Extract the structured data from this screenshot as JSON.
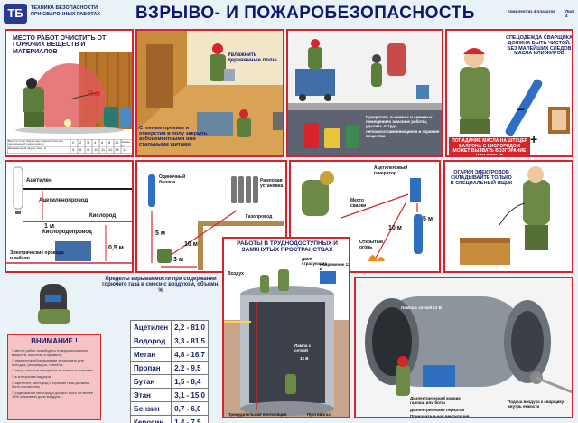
{
  "header": {
    "logo": "ТБ",
    "series_line1": "ТЕХНИКА БЕЗОПАСНОСТИ",
    "series_line2": "ПРИ СВАРОЧНЫХ РАБОТАХ",
    "title": "ВЗРЫВО- И ПОЖАРОБЕЗОПАСНОСТЬ",
    "kit": "Комплект из 4 плакатов",
    "sheet": "Лист 4"
  },
  "panel1": {
    "text": "МЕСТО РАБОТ ОЧИСТИТЬ ОТ ГОРЮЧИХ ВЕЩЕСТВ И МАТЕРИАЛОВ",
    "radius": "R,м",
    "row1_label": "Высота точки сварки над уровнем пола или прилегающей территории, м",
    "row1_values": [
      "0",
      "2",
      "3",
      "4",
      "6",
      "8",
      "10",
      "Свыше 10"
    ],
    "row2_label": "Минимальный радиус зоны, м",
    "row2_values": [
      "5",
      "8",
      "9",
      "10",
      "11",
      "12",
      "13",
      "14"
    ]
  },
  "panel2": {
    "text1": "Увлажнить деревянные полы",
    "text2": "Стенные проемы и отверстия в полу закрыть асбоцементными или стальными щитами"
  },
  "panel3": {
    "text": "Прекратить в нижних и смежных помещениях опасные работы, удалить оттуда легковоспламеняющиеся и горючие вещества"
  },
  "panel4": {
    "text": "СПЕЦОДЕЖДА СВАРЩИКА ДОЛЖНА БЫТЬ ЧИСТОЙ, БЕЗ МАЛЕЙШИХ СЛЕДОВ МАСЛА ИЛИ ЖИРОВ",
    "warning": "ПОПАДАНИЕ МАСЛА НА ШТУЦЕР БАЛЛОНА С КИСЛОРОДОМ МОЖЕТ ВЫЗВАТЬ ВОЗГОРАНИЕ ИЛИ ВЗРЫВ"
  },
  "panel5": {
    "acetylene": "Ацетилен",
    "acetylene_pipe": "Ацетиленопровод",
    "oxygen": "Кислород",
    "oxygen_pipe": "Кислородопровод",
    "dist1": "1 м",
    "dist2": "0,5 м",
    "cables": "Электрические провода и кабели"
  },
  "panel6": {
    "single_cylinder": "Одиночный баллон",
    "ramp": "Рамповая установка",
    "gas_pipe": "Газопровод",
    "d5a": "5 м",
    "d10a": "10 м",
    "d3": "3 м"
  },
  "panel7": {
    "generator": "Ацетиленовый генератор",
    "site": "Место сварки",
    "fire": "Открытый огонь",
    "d10": "10 м",
    "d5": "5 м"
  },
  "panel8": {
    "text": "ОГАРКИ ЭЛЕКТРОДОВ СКЛАДЫВАЙТЕ ТОЛЬКО В СПЕЦИАЛЬНЫЙ ЯЩИК"
  },
  "panel9": {
    "title": "РАБОТЫ В ТРУДНОДОСТУПНЫХ И ЗАМКНУТЫХ ПРОСТРАНСТВАХ",
    "air": "Воздух",
    "two_watchers": "Двое страхующих",
    "voltage": "Напряжение 12 В",
    "lamp": "Лампа с сеткой",
    "lamp_v": "12 В",
    "gas_mask": "Противогаз",
    "vent": "Принудительная вентиляция"
  },
  "table_panel": {
    "title": "Пределы взрываемости при содержании горючего газа в смеси с воздухом, объемн. %",
    "rows": [
      {
        "gas": "Ацетилен",
        "range": "2,2 - 81,0"
      },
      {
        "gas": "Водород",
        "range": "3,3 - 81,5"
      },
      {
        "gas": "Метан",
        "range": "4,8 - 16,7"
      },
      {
        "gas": "Пропан",
        "range": "2,2 - 9,5"
      },
      {
        "gas": "Бутан",
        "range": "1,5 - 8,4"
      },
      {
        "gas": "Этан",
        "range": "3,1 - 15,0"
      },
      {
        "gas": "Бензин",
        "range": "0,7 - 6,0"
      },
      {
        "gas": "Керосин",
        "range": "1,4 - 7,5"
      }
    ]
  },
  "attention": {
    "title": "ВНИМАНИЕ !",
    "lines": [
      "□ место работ освободить от взрывоопасных веществ, очистить и промыть,",
      "□ сварочное оборудование установить вне колодца, резервуара, туннеля;",
      "□ лица, которые находятся не только в контакте",
      "□ в контролем надзора;",
      "□ ацетилен, кислород и горючие газы должны быть исключены",
      "□ содержание кислорода должно быть не менее 19% объемной доли воздуха"
    ]
  },
  "panel10": {
    "lamp": "Лампа с сеткой 12 В",
    "dielectric": "Диэлектрический коврик, галоши или боты",
    "gloves": "Диэлектрические перчатки",
    "vent": "Принудительная вентиляция",
    "air_supply": "Подача воздуха к сварщику внутрь емкости"
  }
}
